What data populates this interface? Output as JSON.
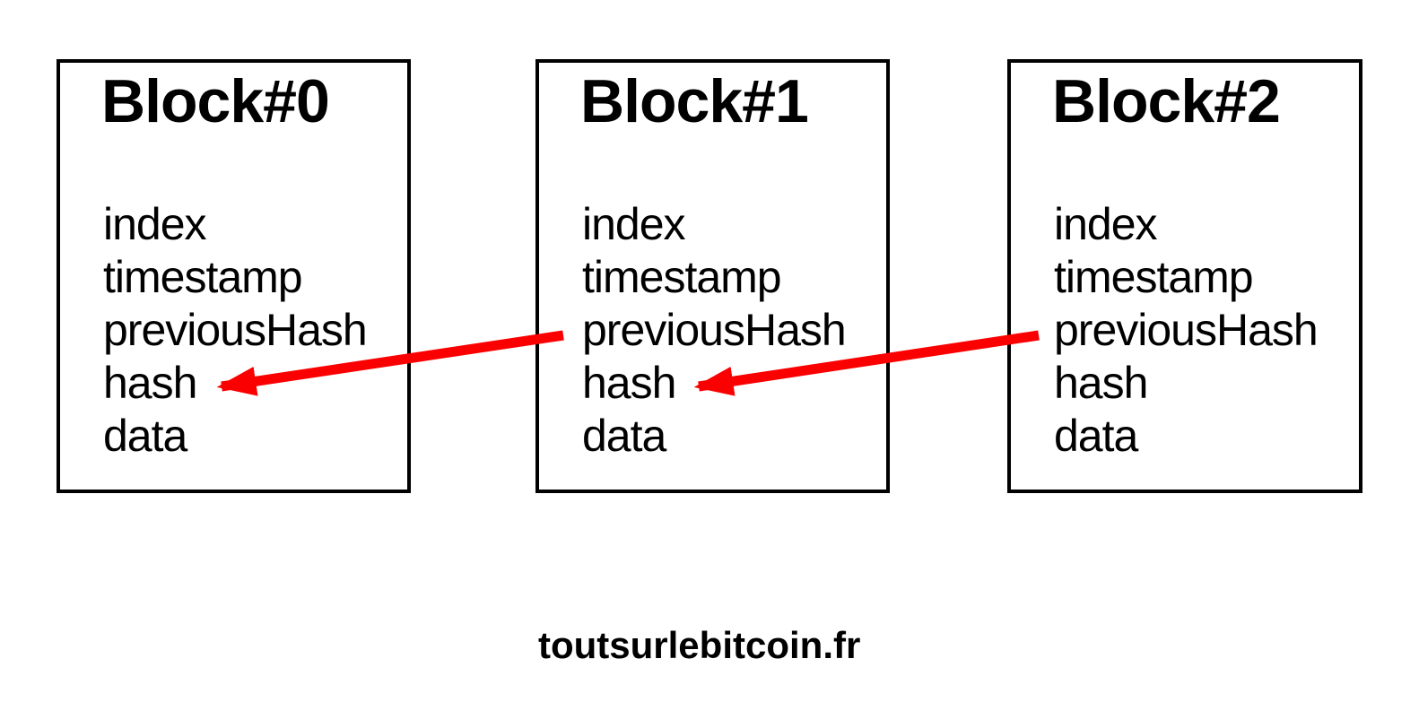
{
  "diagram": {
    "arrow_color": "#FB0000",
    "border_color": "#000000",
    "background_color": "#FFFFFF"
  },
  "blocks": [
    {
      "title": "Block#0",
      "fields": [
        "index",
        "timestamp",
        "previousHash",
        "hash",
        "data"
      ]
    },
    {
      "title": "Block#1",
      "fields": [
        "index",
        "timestamp",
        "previousHash",
        "hash",
        "data"
      ]
    },
    {
      "title": "Block#2",
      "fields": [
        "index",
        "timestamp",
        "previousHash",
        "hash",
        "data"
      ]
    }
  ],
  "links": [
    {
      "from": "Block#1.previousHash",
      "to": "Block#0.hash"
    },
    {
      "from": "Block#2.previousHash",
      "to": "Block#1.hash"
    }
  ],
  "footer": {
    "text": "toutsurlebitcoin.fr"
  }
}
